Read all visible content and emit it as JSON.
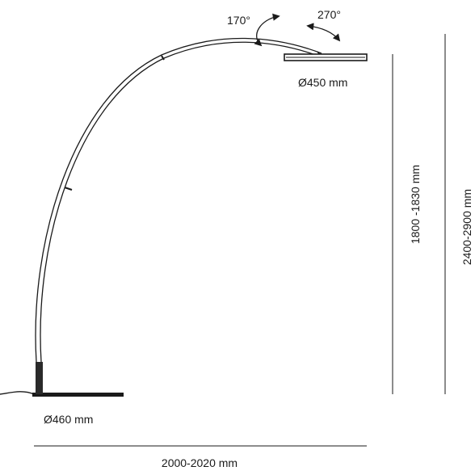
{
  "labels": {
    "rotation_head": "170°",
    "rotation_shade": "270°",
    "shade_diameter": "Ø450 mm",
    "base_diameter": "Ø460 mm",
    "arc_height": "1800 -1830 mm",
    "total_height": "2400-2900 mm",
    "reach": "2000-2020 mm"
  },
  "colors": {
    "line": "#1a1a1a",
    "stroke_light": "#555555"
  },
  "icons": [
    "rotation-arrow-icon",
    "rotation-arrow-icon"
  ]
}
